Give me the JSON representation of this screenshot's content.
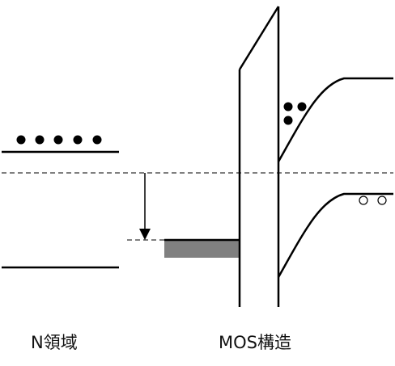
{
  "labels": {
    "n_region": "N領域",
    "mos_structure": "MOS構造"
  },
  "colors": {
    "line": "#000000",
    "filled_band": "#808080"
  },
  "electrons_n_region": 5,
  "electrons_mos": 3,
  "holes_mos": 2
}
